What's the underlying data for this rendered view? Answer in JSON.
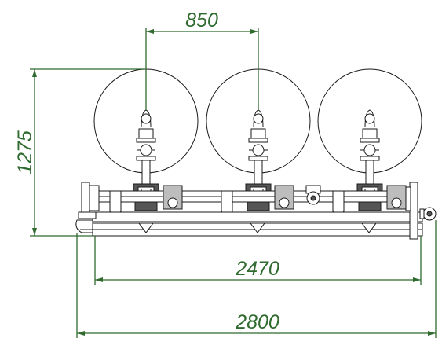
{
  "dimensions": {
    "tank_spacing": "850",
    "height": "1275",
    "frame_length": "2470",
    "overall_length": "2800"
  },
  "colors": {
    "dimension": "#2f6a2f",
    "line": "#1a1a1a"
  }
}
